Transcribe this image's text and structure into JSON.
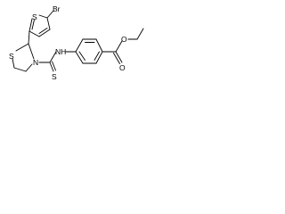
{
  "atoms": {
    "br": "Br",
    "s_thiophene": "S",
    "s_thiazolidine": "S",
    "n_ring": "N",
    "nh": "NH",
    "s_thione": "S",
    "o_ester": "O",
    "o_carbonyl": "O"
  },
  "colors": {
    "bond": "#000000",
    "label": "#000000",
    "background": "#ffffff"
  }
}
